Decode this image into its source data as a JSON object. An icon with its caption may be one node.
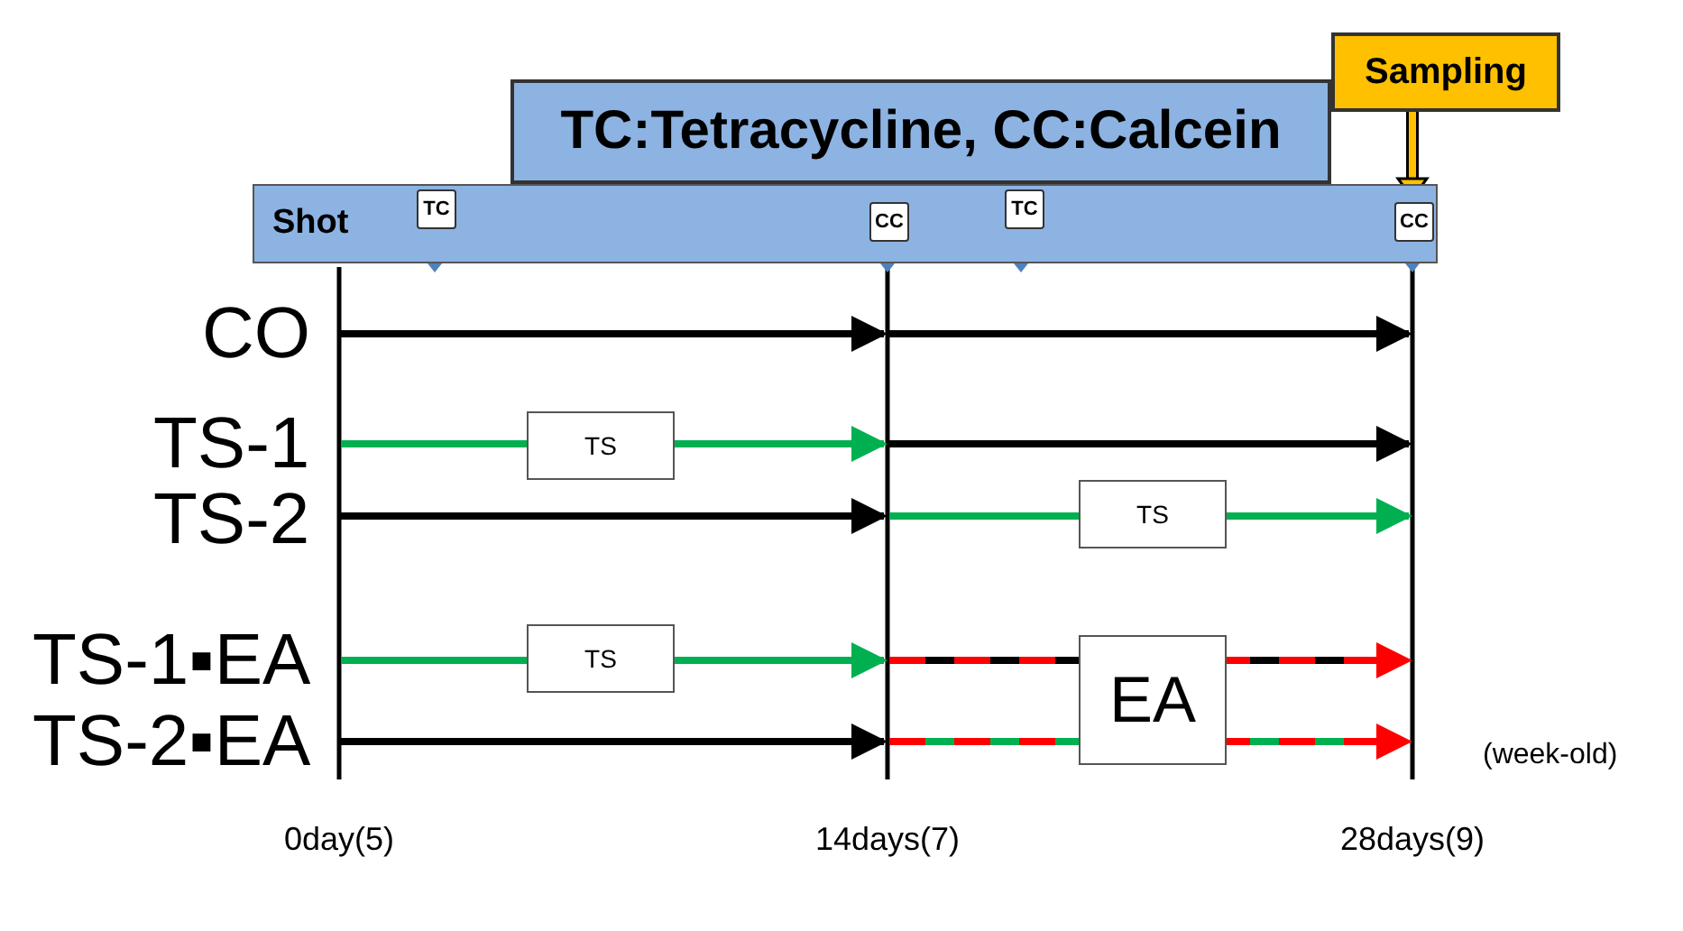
{
  "diagram": {
    "nodes": [
      {
        "text": [
          "TC:Tetracycline, CC:Calcein"
        ]
      },
      {
        "text": [
          "Sampling"
        ]
      },
      {
        "text": [
          "Shot"
        ]
      },
      {
        "text": [
          "TC"
        ],
        "in": 2
      },
      {
        "text": [
          "CC"
        ],
        "in": 2
      },
      {
        "text": [
          "TC"
        ],
        "in": 2
      },
      {
        "text": [
          "CC"
        ],
        "in": 2
      },
      {
        "text": [
          "TS"
        ]
      },
      {
        "text": [
          "TS"
        ]
      },
      {
        "text": [
          "TS"
        ]
      },
      {
        "text": [
          "EA"
        ]
      }
    ],
    "edges": [
      {
        "from": 1,
        "to": 6,
        "arrow": "to"
      }
    ],
    "labels": [
      "CO",
      "TS-1",
      "TS-2",
      "TS-1▪EA",
      "TS-2▪EA",
      "(week-old)",
      "0day(5)",
      "14days(7)",
      "28days(9)"
    ]
  }
}
